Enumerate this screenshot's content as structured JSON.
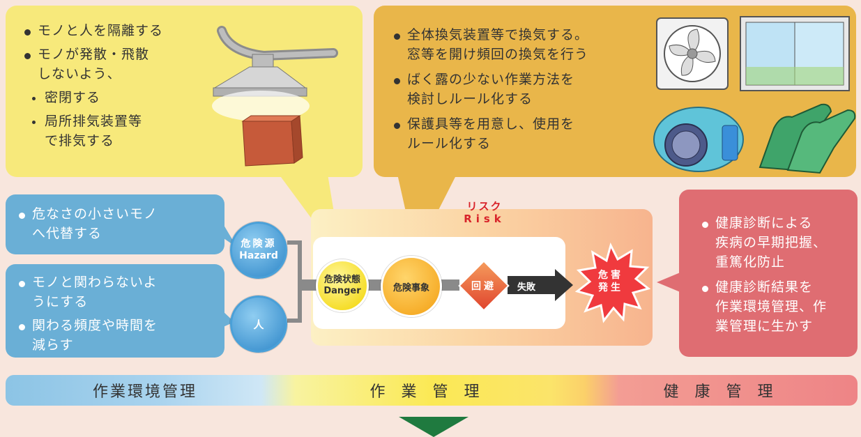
{
  "callouts": {
    "left": {
      "bullet1": "モノと人を隔離する",
      "bullet2_line1": "モノが発散・飛散",
      "bullet2_line2": "しないよう、",
      "sub1": "密閉する",
      "sub2_line1": "局所排気装置等",
      "sub2_line2": "で排気する"
    },
    "top": {
      "bullet1_line1": "全体換気装置等で換気する。",
      "bullet1_line2": "窓等を開け頻回の換気を行う",
      "bullet2_line1": "ばく露の少ない作業方法を",
      "bullet2_line2": "検討しルール化する",
      "bullet3_line1": "保護具等を用意し、使用を",
      "bullet3_line2": "ルール化する"
    },
    "blue1": {
      "bullet1_line1": "危なさの小さいモノ",
      "bullet1_line2": "へ代替する"
    },
    "blue2": {
      "bullet1_line1": "モノと関わらないよ",
      "bullet1_line2": "うにする",
      "bullet2_line1": "関わる頻度や時間を",
      "bullet2_line2": "減らす"
    },
    "red": {
      "bullet1_line1": "健康診断による",
      "bullet1_line2": "疾病の早期把握、",
      "bullet1_line3": "重篤化防止",
      "bullet2_line1": "健康診断結果を",
      "bullet2_line2": "作業環境管理、作",
      "bullet2_line3": "業管理に生かす"
    }
  },
  "risk": {
    "label_ja": "リスク",
    "label_en": "Risk"
  },
  "nodes": {
    "hazard_ja": "危険源",
    "hazard_en": "Hazard",
    "person": "人",
    "danger_ja": "危険状態",
    "danger_en": "Danger",
    "event": "危険事象",
    "avoid": "回避",
    "fail": "失敗",
    "harm_line1": "危害",
    "harm_line2": "発生"
  },
  "bar": {
    "segment1": "作業環境管理",
    "segment2": "作 業 管 理",
    "segment3": "健 康 管 理"
  },
  "colors": {
    "yellow_callout": "#f7e97b",
    "orange_callout": "#e9b64a",
    "blue_callout": "#6aafd6",
    "red_callout": "#df6d72",
    "arrow_green": "#1f7a3f"
  }
}
